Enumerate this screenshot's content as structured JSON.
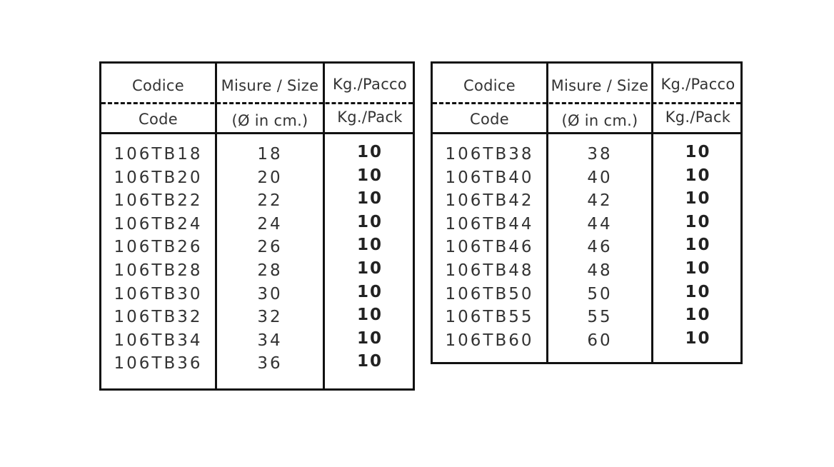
{
  "headers": {
    "code_it": "Codice",
    "size_it": "Misure / Size",
    "kg_it": "Kg./Pacco",
    "code_en": "Code",
    "size_en": "(Ø in cm.)",
    "kg_en": "Kg./Pack"
  },
  "left_table": [
    {
      "code": "106TB18",
      "size": "18",
      "kg": "10"
    },
    {
      "code": "106TB20",
      "size": "20",
      "kg": "10"
    },
    {
      "code": "106TB22",
      "size": "22",
      "kg": "10"
    },
    {
      "code": "106TB24",
      "size": "24",
      "kg": "10"
    },
    {
      "code": "106TB26",
      "size": "26",
      "kg": "10"
    },
    {
      "code": "106TB28",
      "size": "28",
      "kg": "10"
    },
    {
      "code": "106TB30",
      "size": "30",
      "kg": "10"
    },
    {
      "code": "106TB32",
      "size": "32",
      "kg": "10"
    },
    {
      "code": "106TB34",
      "size": "34",
      "kg": "10"
    },
    {
      "code": "106TB36",
      "size": "36",
      "kg": "10"
    }
  ],
  "right_table": [
    {
      "code": "106TB38",
      "size": "38",
      "kg": "10"
    },
    {
      "code": "106TB40",
      "size": "40",
      "kg": "10"
    },
    {
      "code": "106TB42",
      "size": "42",
      "kg": "10"
    },
    {
      "code": "106TB44",
      "size": "44",
      "kg": "10"
    },
    {
      "code": "106TB46",
      "size": "46",
      "kg": "10"
    },
    {
      "code": "106TB48",
      "size": "48",
      "kg": "10"
    },
    {
      "code": "106TB50",
      "size": "50",
      "kg": "10"
    },
    {
      "code": "106TB55",
      "size": "55",
      "kg": "10"
    },
    {
      "code": "106TB60",
      "size": "60",
      "kg": "10"
    }
  ]
}
